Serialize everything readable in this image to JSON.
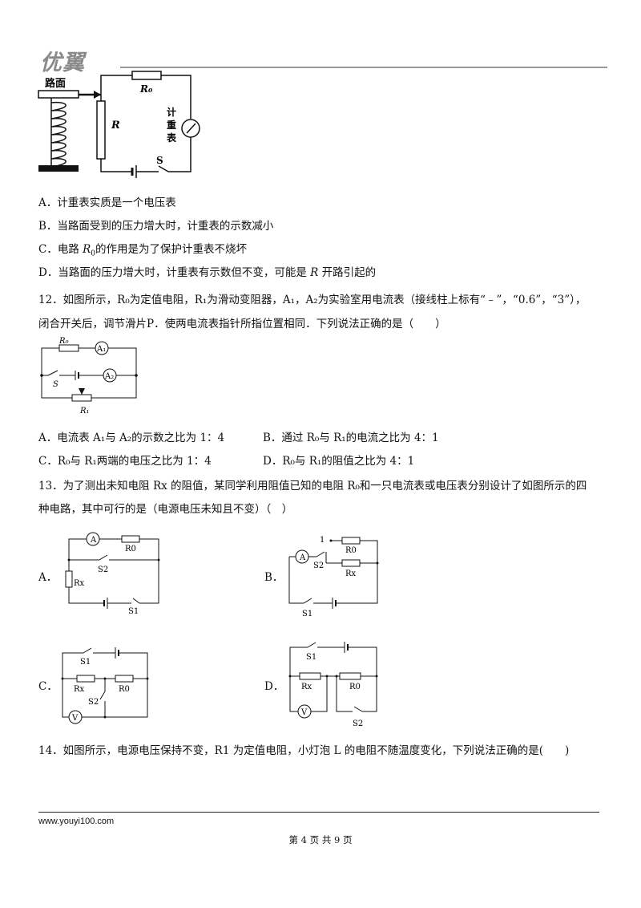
{
  "header": {
    "logo_text": "优翼"
  },
  "q11_figure": {
    "road_label": "路面",
    "r0_label": "R₀",
    "r_label": "R",
    "meter_label_1": "计",
    "meter_label_2": "重",
    "meter_label_3": "表",
    "switch_label": "S"
  },
  "q11_options": {
    "a": "A．计重表实质是一个电压表",
    "b": "B．当路面受到的压力增大时，计重表的示数减小",
    "c_pre": "C．电路 ",
    "c_var": "R",
    "c_sub": "0",
    "c_post": "的作用是为了保护计重表不烧坏",
    "d_pre": "D．当路面的压力增大时，计重表有示数但不变，可能是 ",
    "d_var": "R",
    "d_post": " 开路引起的"
  },
  "q12": {
    "line1": "12．如图所示，R₀为定值电阻，R₁为滑动变阻器，A₁，A₂为实验室用电流表（接线柱上标有“﹣”，“0.6”，“3”），",
    "line2": "闭合开关后，调节滑片P．使两电流表指针所指位置相同．下列说法正确的是（　　）",
    "fig": {
      "r0": "R₀",
      "a1": "A₁",
      "a2": "A₂",
      "s": "S",
      "r1": "R₁"
    },
    "opt_a": "A．电流表 A₁与 A₂的示数之比为 1：4",
    "opt_b": "B．通过 R₀与 R₁的电流之比为 4：1",
    "opt_c": "C．R₀与 R₁两端的电压之比为 1：4",
    "opt_d": "D．R₀与 R₁的阻值之比为 4：1"
  },
  "q13": {
    "line1": "13．为了测出未知电阻 Rx 的阻值，某同学利用阻值已知的电阻 R₀和一只电流表或电压表分别设计了如图所示的四",
    "line2": "种电路，其中可行的是（电源电压未知且不变）（　）",
    "opt_a": "A．",
    "opt_b": "B．",
    "opt_c": "C．",
    "opt_d": "D．",
    "fig_a": {
      "meter": "A",
      "r0": "R0",
      "s2": "S2",
      "rx": "Rx",
      "s1": "S1"
    },
    "fig_b": {
      "meter": "A",
      "one": "1",
      "r0": "R0",
      "s2": "S2",
      "rx": "Rx",
      "s1": "S1"
    },
    "fig_c": {
      "s1": "S1",
      "rx": "Rx",
      "r0": "R0",
      "s2": "S2",
      "meter": "V"
    },
    "fig_d": {
      "s1": "S1",
      "rx": "Rx",
      "r0": "R0",
      "meter": "V",
      "s2": "S2"
    }
  },
  "q14": {
    "line1": "14．如图所示，电源电压保持不变，R1 为定值电阻，小灯泡 L 的电阻不随温度变化，下列说法正确的是(　　)"
  },
  "footer": {
    "url": "www.youyi100.com",
    "page": "第 4 页 共 9 页"
  }
}
